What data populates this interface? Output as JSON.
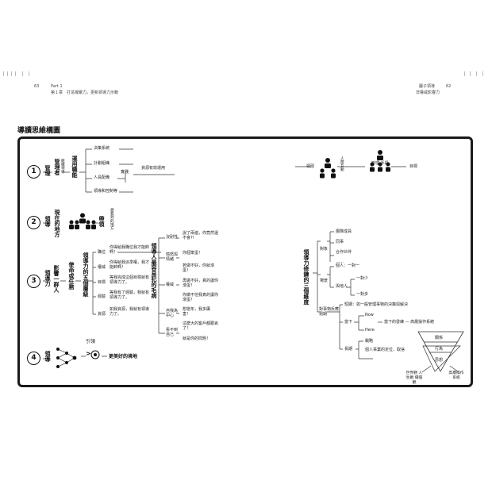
{
  "header": {
    "left_page": "63",
    "left_part": "Part 1",
    "left_chapter": "第１章　打造凝聚力，更新領導力示範",
    "right_title": "屬子領導",
    "right_page": "62",
    "right_sub": "非權威影響力"
  },
  "section_title": "導讀思維構圖",
  "row1": {
    "number": "1",
    "label": "管理",
    "sub1": "組織領導",
    "sub1b": "管理者",
    "func": "運用職能",
    "items": [
      "決策系統",
      "計劃組織",
      "人員配備",
      "領導和控制等"
    ],
    "execute": "實踐",
    "result": "資源有效運用"
  },
  "row1_right": {
    "lead": "領頭",
    "people_label": "人際互動",
    "manage_means": "管理 手段",
    "goal": "目標"
  },
  "row2": {
    "number": "2",
    "label": "領導",
    "where": "現在的地方",
    "bring": "帶領",
    "want": "想要到的地方"
  },
  "row3": {
    "number": "3",
    "label": "領導力",
    "influence": "影響一群人",
    "mission": "使命或任務",
    "five": "領導力的五個層級",
    "levels": [
      "職位",
      "權威",
      "目標",
      "經驗",
      "資源"
    ],
    "level_quotes": [
      "你得給我職位我才能帥啊！",
      "你得給我派準權，我才能帥啊！",
      "等我完成這個目標就有領導力了。",
      "等我有了經驗，我就有領導力了。",
      "如我資源，我就有領導力了。"
    ],
    "faults_title": "領導人最容易犯的毛病",
    "faults": [
      "沒耐性",
      "憶怒與情緒",
      "權威",
      "自我為中心",
      "看不到自己"
    ],
    "fault_quotes": [
      "說了兩遍，你竟然還不會?!",
      "你個笨蛋！",
      "若做不好，你就滾蛋！",
      "再做不好，真的讓你滾蛋！",
      "你做不信我真的讓你滾蛋！",
      "想當年，我多厲害！",
      "這麼大的客戶都跟丟了！",
      "就是你的問題！"
    ]
  },
  "row4": {
    "number": "4",
    "label": "領導",
    "guide": "引領",
    "better": "更美好的境地"
  },
  "three": {
    "title": "領導力修鍊的三個維度",
    "object": "對象",
    "object_items": [
      "團隊成員",
      "同事",
      "合作伙伴",
      "……"
    ],
    "scene": "場景",
    "scene_items": [
      "個人：一對一",
      "與他人",
      "一對少",
      "一對多"
    ],
    "time": "對事物反應週期",
    "short": "短期：如一般管理事物的決策與解決",
    "mid": "當下",
    "now": "Now",
    "here": "Here",
    "now_text": "當下的發練 — 高層操作系統",
    "long": "長期",
    "strategy": "戰略",
    "values": "個人事業的定位、取捨"
  },
  "pyramid": {
    "top": "關係",
    "mid": "行為",
    "bottom": "思想",
    "left": "世界觀 人生觀 價值觀",
    "right": "高層操作系統"
  }
}
